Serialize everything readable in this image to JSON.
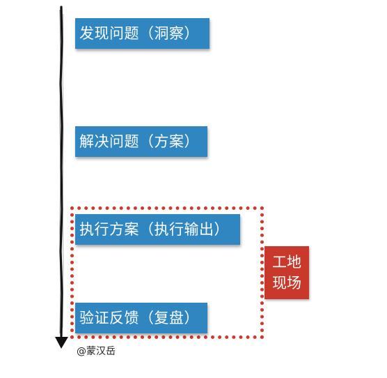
{
  "steps": [
    {
      "label": "发现问题（洞察）"
    },
    {
      "label": "解决问题（方案）"
    },
    {
      "label": "执行方案（执行输出）"
    },
    {
      "label": "验证反馈（复盘）"
    }
  ],
  "site": {
    "line1": "工地",
    "line2": "现场"
  },
  "watermark": "@蒙汉岳",
  "colors": {
    "step_fill": "#2f86c0",
    "site_fill": "#c8392b",
    "frame_stroke": "#d03a2c",
    "arrow": "#111111"
  }
}
